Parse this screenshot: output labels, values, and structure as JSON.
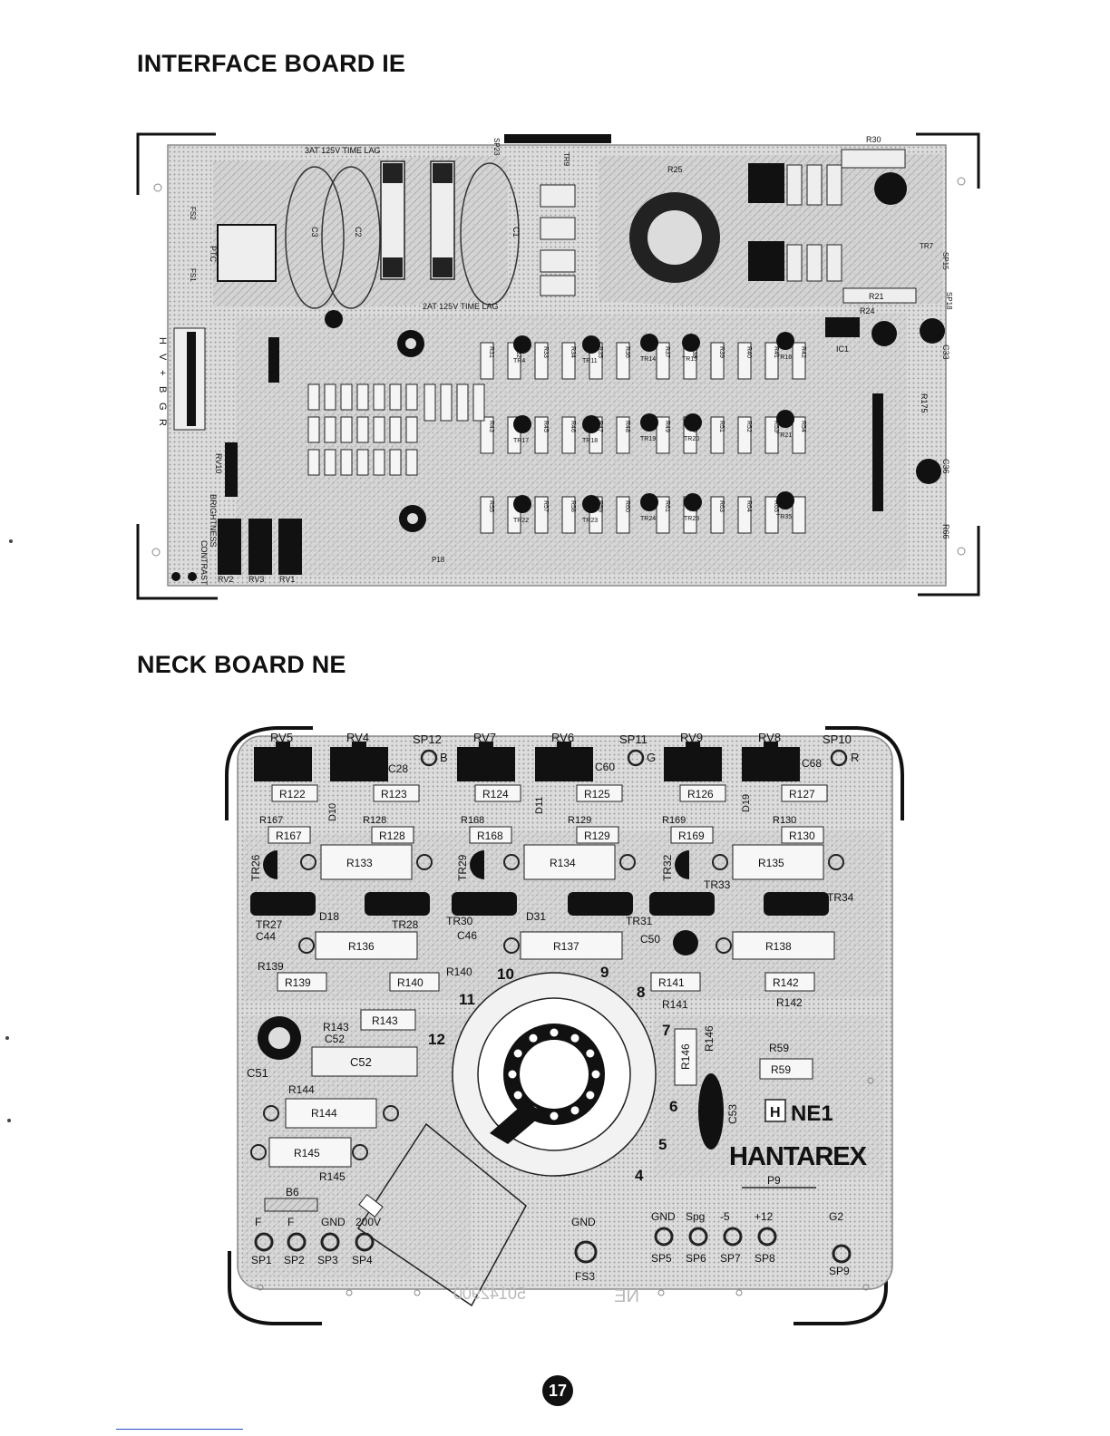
{
  "headings": {
    "interface_board": "INTERFACE BOARD IE",
    "neck_board": "NECK BOARD NE"
  },
  "page_number": "17",
  "interface_board": {
    "labels": {
      "fuse_top": "3AT 125V TIME LAG",
      "fuse_bottom": "2AT 125V TIME LAG",
      "brightness": "BRIGHTNESS",
      "contrast": "CONTRAST",
      "ptc": "PTC",
      "sp23": "SP23",
      "tr9": "TR9",
      "tr7": "TR7",
      "r30": "R30",
      "r25": "R25",
      "r24": "R24",
      "r21": "R21",
      "ic1": "IC1",
      "c1": "C1",
      "c2": "C2",
      "c3": "C3",
      "rv10": "RV10",
      "rv2": "RV2",
      "rv3": "RV3",
      "rv1": "RV1",
      "r175": "R175",
      "r66": "R66",
      "c36": "C36",
      "c33": "C33",
      "sp18": "SP18",
      "sp15": "SP15",
      "p18": "P18",
      "fs1": "FS1",
      "fs2": "FS2"
    },
    "connector_pins": [
      "H",
      "V",
      "+",
      "B",
      "G",
      "R"
    ],
    "resistor_labels": [
      "R31",
      "R32",
      "R33",
      "R34",
      "R35",
      "R36",
      "R37",
      "R38",
      "R39",
      "R40",
      "R41",
      "R42",
      "R43",
      "R44",
      "R45",
      "R46",
      "R47",
      "R48",
      "R49",
      "R50",
      "R51",
      "R52",
      "R53",
      "R54",
      "R55",
      "R56",
      "R57",
      "R58",
      "R59",
      "R60",
      "R61",
      "R62",
      "R63",
      "R64",
      "R65"
    ],
    "transistor_labels": [
      "TR4",
      "TR11",
      "TR14",
      "TR15",
      "TR16",
      "TR17",
      "TR18",
      "TR19",
      "TR20",
      "TR21",
      "TR22",
      "TR23",
      "TR24",
      "TR25",
      "TR35"
    ]
  },
  "neck_board": {
    "pots": [
      "RV5",
      "RV4",
      "RV7",
      "RV6",
      "RV9",
      "RV8"
    ],
    "test_points_top": [
      "SP12",
      "SP11",
      "SP10"
    ],
    "top_letters": [
      "B",
      "G",
      "R"
    ],
    "resistors_row1": [
      "R122",
      "R123",
      "R124",
      "R125",
      "R126",
      "R127"
    ],
    "resistors_row2": [
      "R167",
      "R128",
      "R168",
      "R129",
      "R169",
      "R130"
    ],
    "big_resistors": [
      "R133",
      "R134",
      "R135"
    ],
    "transistors_upper": [
      "TR26",
      "TR29",
      "TR32"
    ],
    "transistors_lower": [
      "TR27",
      "TR28",
      "TR30",
      "TR31",
      "TR33",
      "TR34"
    ],
    "resistors_row3": [
      "R136",
      "R137",
      "R138"
    ],
    "resistors_row4": [
      "R139",
      "R140",
      "R141",
      "R142"
    ],
    "others": {
      "r143": "R143",
      "r144": "R144",
      "r145": "R145",
      "r146": "R146",
      "r59": "R59",
      "c51": "C51",
      "c52": "C52",
      "c53": "C53",
      "c44": "C44",
      "c46": "C46",
      "c50": "C50",
      "c28": "C28",
      "c60": "C60",
      "c68": "C68",
      "d10": "D10",
      "d11": "D11",
      "d19": "D19",
      "d18": "D18",
      "d31": "D31",
      "b6": "B6",
      "p9": "P9",
      "fs3": "FS3",
      "gnd_center": "GND",
      "brand": "HANTAREX",
      "board_id": "NE1",
      "logo_letter": "H",
      "serial": "50142900",
      "mirror_mark": "NE"
    },
    "socket_pins": [
      "4",
      "5",
      "6",
      "7",
      "8",
      "9",
      "10",
      "11",
      "12"
    ],
    "bottom_left_pads": [
      {
        "top": "F",
        "bottom": "SP1"
      },
      {
        "top": "F",
        "bottom": "SP2"
      },
      {
        "top": "GND",
        "bottom": "SP3"
      },
      {
        "top": "200V",
        "bottom": "SP4"
      }
    ],
    "bottom_right_pads": [
      {
        "top": "GND",
        "bottom": "SP5"
      },
      {
        "top": "Spg",
        "bottom": "SP6"
      },
      {
        "top": "-5",
        "bottom": "SP7"
      },
      {
        "top": "+12",
        "bottom": "SP8"
      },
      {
        "top": "G2",
        "bottom": "SP9"
      }
    ]
  },
  "colors": {
    "ink": "#111111",
    "board_gray": "#c9c9c9",
    "trace_gray": "#9a9a9a",
    "link_blue": "#2a52be"
  }
}
